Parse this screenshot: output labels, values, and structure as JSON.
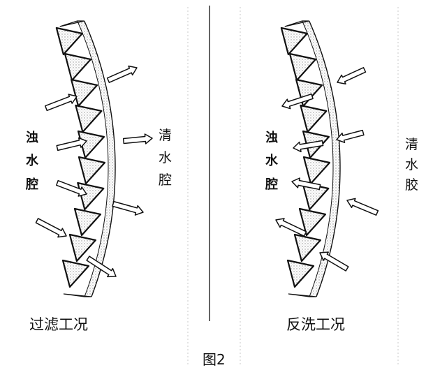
{
  "panels": [
    {
      "id": "left",
      "caption": "过滤工况",
      "dirty_label": [
        "浊",
        "水",
        "腔"
      ],
      "clean_label": [
        "清",
        "水",
        "腔"
      ],
      "flow": "dirty-to-clean"
    },
    {
      "id": "right",
      "caption": "反洗工况",
      "dirty_label": [
        "浊",
        "水",
        "腔"
      ],
      "clean_label": [
        "清",
        "水",
        "胶"
      ],
      "flow": "clean-to-dirty"
    }
  ],
  "figure_caption": "图2",
  "colors": {
    "ink": "#111111",
    "stipple": "#9a9a9a",
    "guide": "#c8c8c8"
  }
}
